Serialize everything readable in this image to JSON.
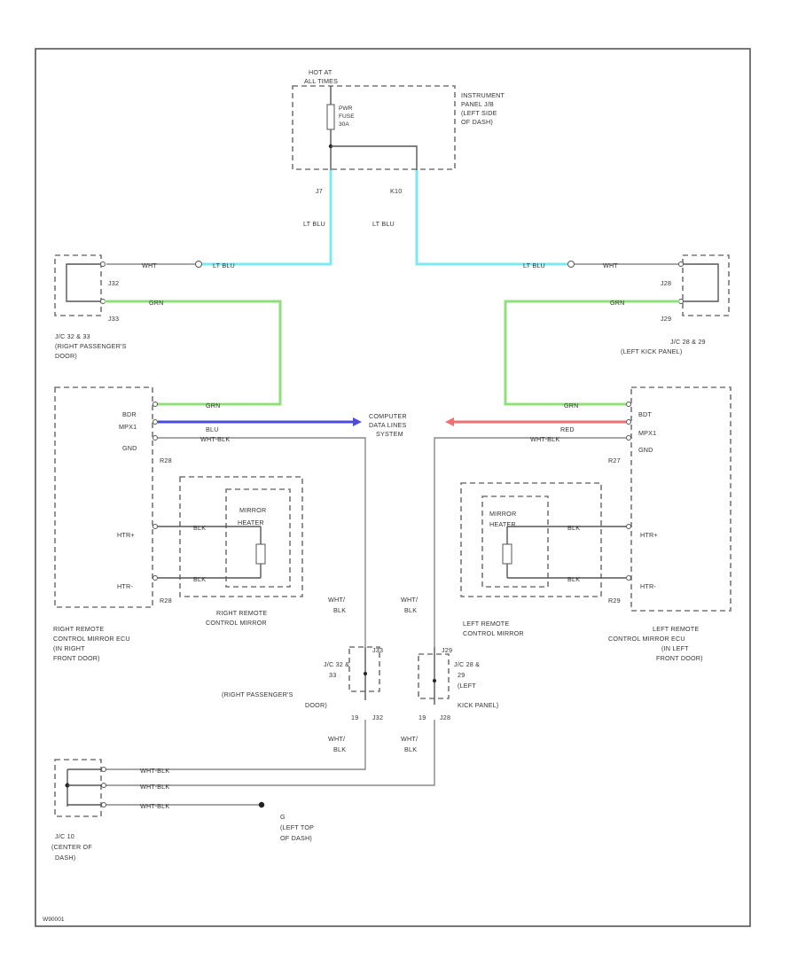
{
  "fuse_box": {
    "title_line1": "HOT AT",
    "title_line2": "ALL TIMES",
    "fuse_line1": "PWR",
    "fuse_line2": "FUSE",
    "fuse_line3": "30A",
    "location_line1": "INSTRUMENT",
    "location_line2": "PANEL J/B",
    "location_line3": "(LEFT SIDE",
    "location_line4": "OF DASH)",
    "pin_left": "J7",
    "pin_right": "K10"
  },
  "wire_colors": {
    "lt_blu": "LT BLU",
    "wht": "WHT",
    "grn": "GRN",
    "blu": "BLU",
    "red": "RED",
    "wht_blk": "WHT-BLK",
    "wht_blk_split_1": "WHT/",
    "wht_blk_split_2": "BLK",
    "blk": "BLK"
  },
  "left_jc": {
    "pin_top": "J32",
    "pin_bottom": "J33",
    "label_line1": "J/C 32 & 33",
    "label_line2": "(RIGHT PASSENGER'S",
    "label_line3": "DOOR)"
  },
  "right_jc": {
    "pin_top": "J28",
    "pin_bottom": "J29",
    "label_line1": "J/C 28 & 29",
    "label_line2": "(LEFT KICK PANEL)"
  },
  "left_ecu": {
    "pin_b": "BDR",
    "pin_mpx": "MPX1",
    "pin_gnd": "GND",
    "connector": "R28",
    "connector_bottom": "R28",
    "pin_htr_plus": "HTR+",
    "pin_htr_minus": "HTR-",
    "label_line1": "RIGHT REMOTE",
    "label_line2": "CONTROL MIRROR ECU",
    "label_line3": "(IN RIGHT",
    "label_line4": "FRONT DOOR)"
  },
  "right_ecu": {
    "pin_b": "BDT",
    "pin_mpx": "MPX1",
    "pin_gnd": "GND",
    "connector": "R27",
    "connector_bottom": "R29",
    "pin_htr_plus": "HTR+",
    "pin_htr_minus": "HTR-",
    "label_line1": "LEFT REMOTE",
    "label_line2": "CONTROL MIRROR ECU",
    "label_line3": "(IN LEFT",
    "label_line4": "FRONT DOOR)"
  },
  "left_mirror": {
    "heater_line1": "MIRROR",
    "heater_line2": "HEATER",
    "label_line1": "RIGHT REMOTE",
    "label_line2": "CONTROL MIRROR"
  },
  "right_mirror": {
    "heater_line1": "MIRROR",
    "heater_line2": "HEATER",
    "label_line1": "LEFT REMOTE",
    "label_line2": "CONTROL MIRROR"
  },
  "computer": {
    "line1": "COMPUTER",
    "line2": "DATA LINES",
    "line3": "SYSTEM"
  },
  "lower_left_jc": {
    "pin_top": "J33",
    "pin_bottom": "J32",
    "pin_num": "19",
    "label_line1": "J/C 32 &",
    "label_line2": "33",
    "label_line3": "(RIGHT PASSENGER'S",
    "label_line4": "DOOR)"
  },
  "lower_right_jc": {
    "pin_top": "J29",
    "pin_bottom": "J28",
    "pin_num": "19",
    "label_line1": "J/C 28 &",
    "label_line2": "29",
    "label_line3": "(LEFT",
    "label_line4": "KICK PANEL)"
  },
  "bottom_jc": {
    "label_line1": "J/C 10",
    "label_line2": "(CENTER OF",
    "label_line3": "DASH)"
  },
  "ground": {
    "name": "G",
    "label_line1": "(LEFT TOP",
    "label_line2": "OF DASH)"
  },
  "footer": {
    "code": "W90001"
  },
  "colors": {
    "lt_blu": "#7ee8f2",
    "grn": "#8fe07a",
    "blu": "#4b4bdc",
    "red": "#f07070"
  }
}
